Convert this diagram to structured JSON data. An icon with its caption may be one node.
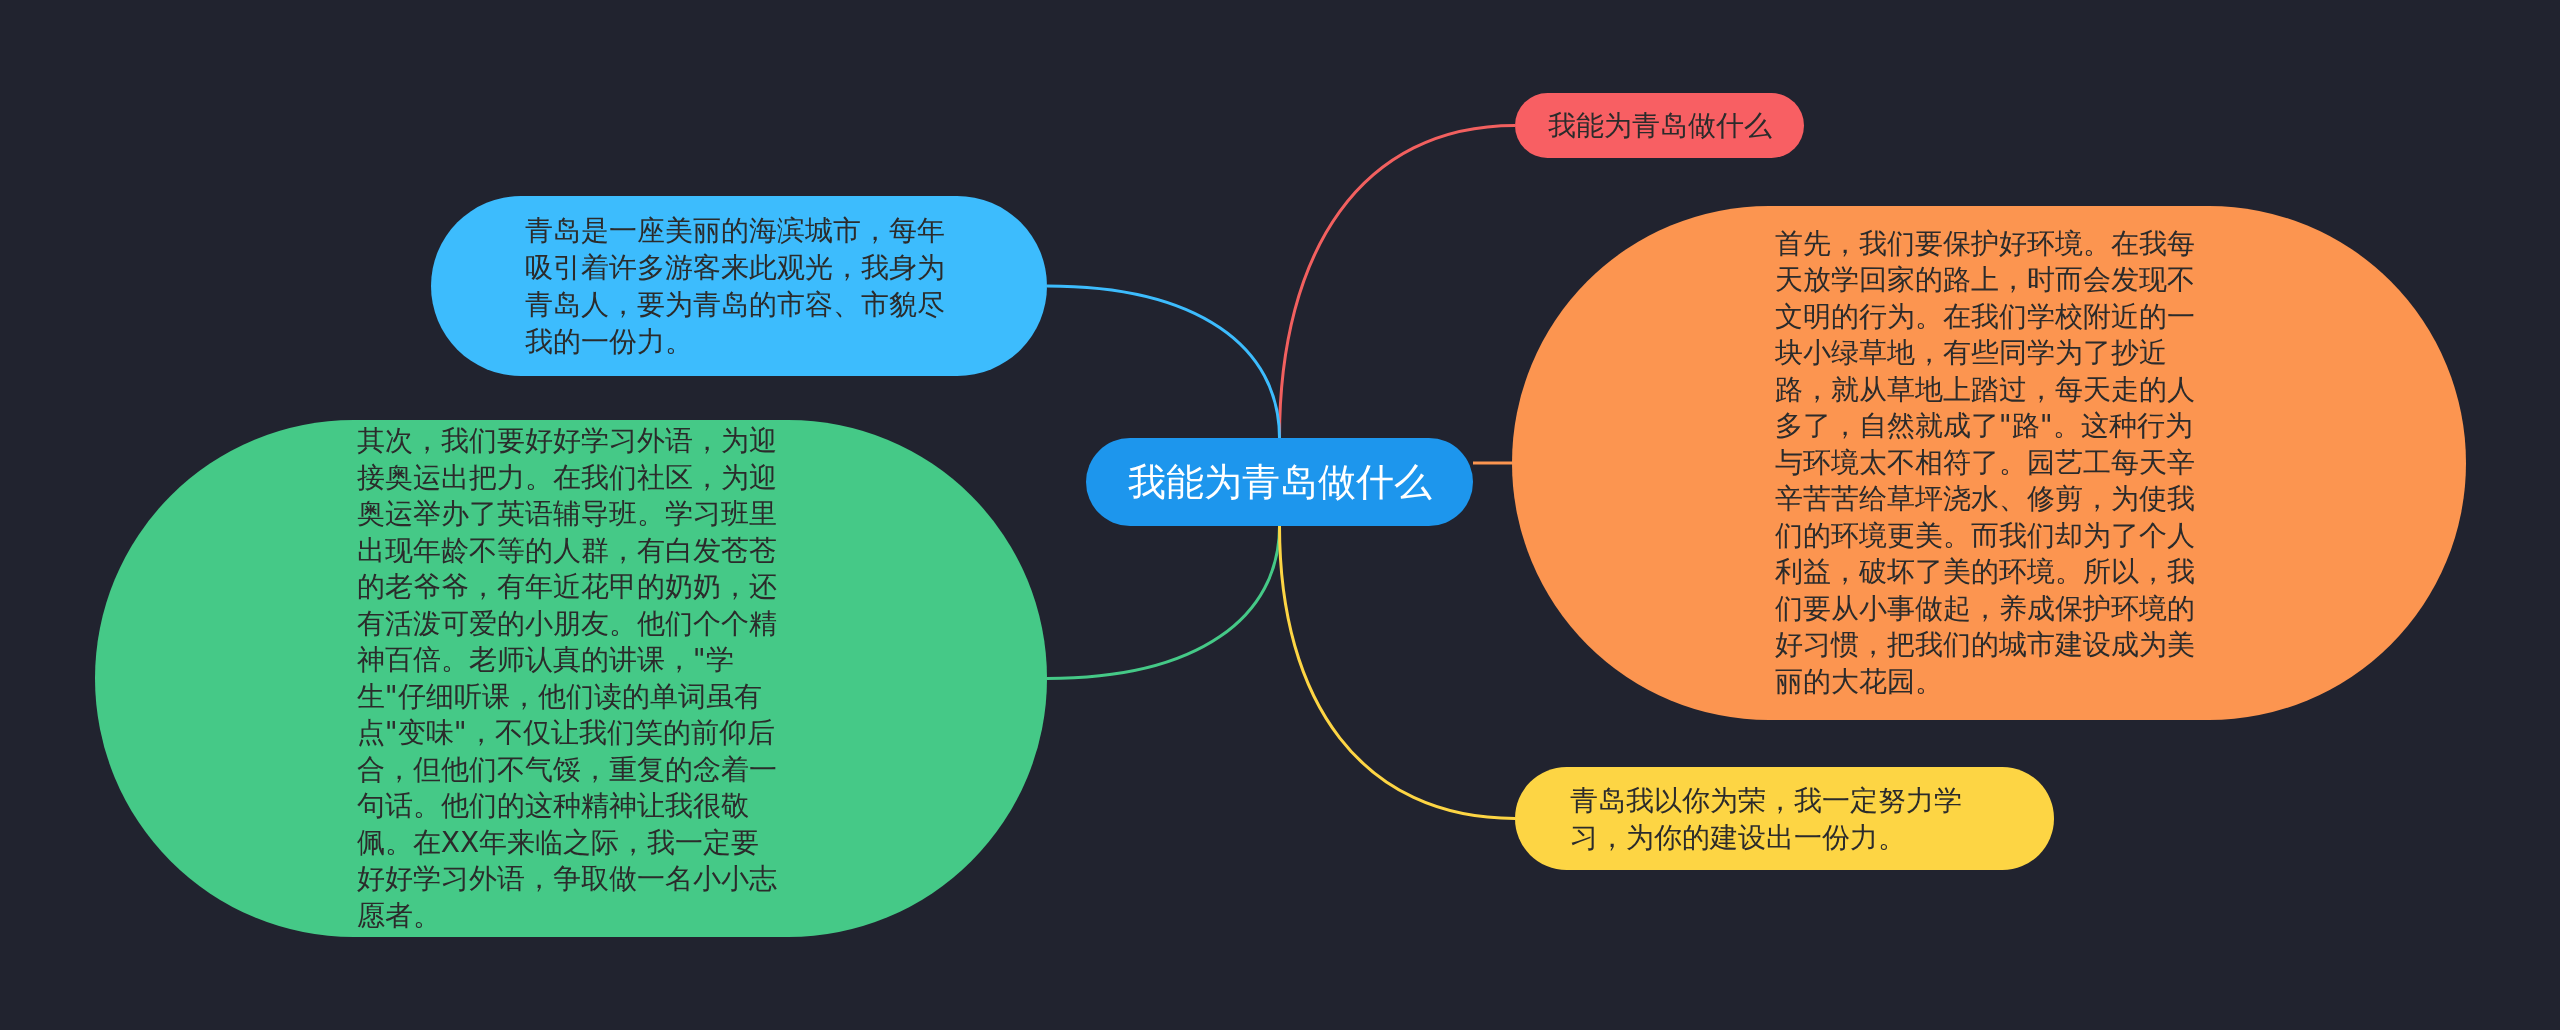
{
  "diagram": {
    "nodes": [
      {
        "text": [
          "我能为青岛做什么"
        ]
      },
      {
        "text": [
          "我能为青岛做什么"
        ]
      },
      {
        "text": [
          "青岛是一座美丽的海滨城市，每年吸引着许多游客来此观光，我身为青岛人，要为青岛的市容、市貌尽我的一份力。"
        ]
      },
      {
        "text": [
          "首先，我们要保护好环境。在我每天放学回家的路上，时而会发现不文明的行为。在我们学校附近的一块小绿草地，有些同学为了抄近路，就从草地上踏过，每天走的人多了，自然就成了\"路\"。这种行为与环境太不相符了。园艺工每天辛辛苦苦给草坪浇水、修剪，为使我们的环境更美。而我们却为了个人利益，破坏了美的环境。所以，我们要从小事做起，养成保护环境的好习惯，把我们的城市建设成为美丽的大花园。"
        ]
      },
      {
        "text": [
          "其次，我们要好好学习外语，为迎接奥运出把力。在我们社区，为迎奥运举办了英语辅导班。学习班里出现年龄不等的人群，有白发苍苍的老爷爷，有年近花甲的奶奶，还有活泼可爱的小朋友。他们个个精神百倍。老师认真的讲课，\"学生\"仔细听课，他们读的单词虽有点\"变味\"，不仅让我们笑的前仰后合，但他们不气馁，重复的念着一句话。他们的这种精神让我很敬佩。在XX年来临之际，我一定要好好学习外语，争取做一名小小志愿者。"
        ]
      },
      {
        "text": [
          "青岛我以你为荣，我一定努力学习，为你的建设出一份力。"
        ]
      }
    ],
    "edges": [
      {
        "from": 0,
        "to": 1,
        "arrow": "none",
        "color": "#f2605f"
      },
      {
        "from": 0,
        "to": 2,
        "arrow": "none",
        "color": "#3dbcfd"
      },
      {
        "from": 0,
        "to": 3,
        "arrow": "none",
        "color": "#fc9550"
      },
      {
        "from": 0,
        "to": 4,
        "arrow": "none",
        "color": "#45c987"
      },
      {
        "from": 0,
        "to": 5,
        "arrow": "none",
        "color": "#fdd544"
      }
    ]
  }
}
